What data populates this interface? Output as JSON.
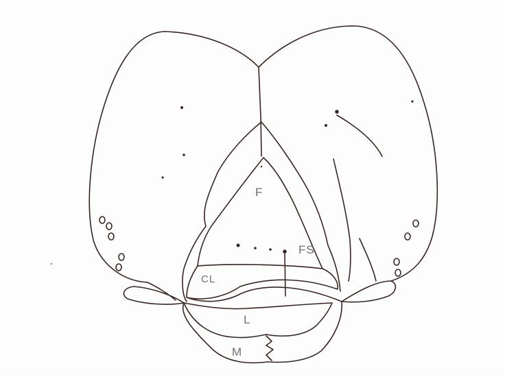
{
  "labels": {
    "frons": "F",
    "frontal_suture": "FS",
    "clypeus": "CL",
    "labrum": "L",
    "mandible": "M"
  },
  "colors": {
    "ink": "#3a2422",
    "label": "#6f6f6f",
    "paper": "#fdfdfd"
  }
}
